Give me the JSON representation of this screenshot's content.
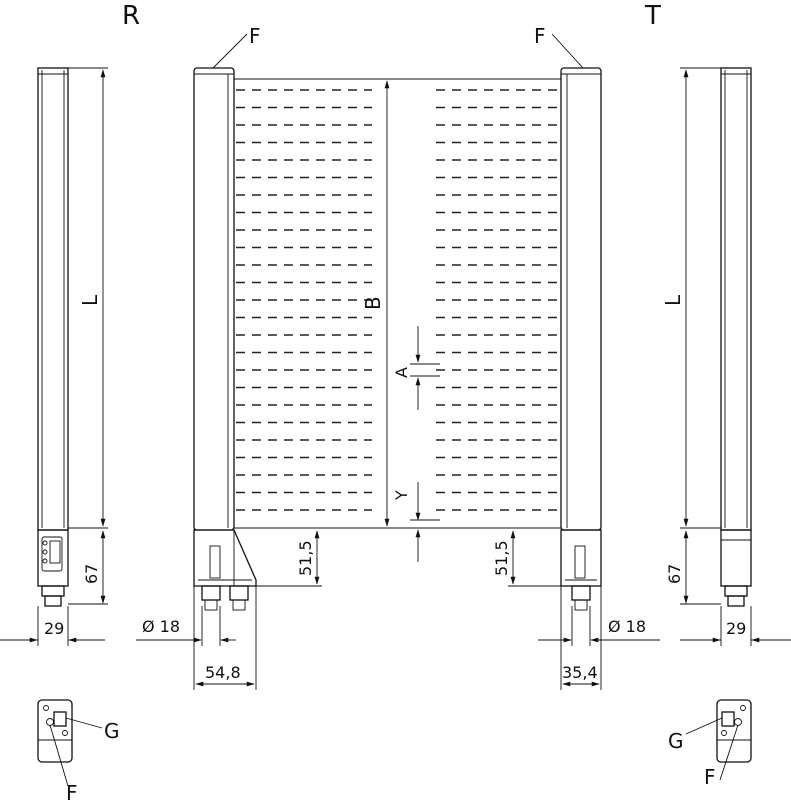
{
  "view_labels": {
    "receiver": "R",
    "transmitter": "T"
  },
  "callouts": {
    "front_cap": "F",
    "connector": "G"
  },
  "dimensions": {
    "length": "L",
    "protective_height": "B",
    "beam_pitch": "A",
    "offset": "Y",
    "base_height": "67",
    "bracket_height": "51,5",
    "width_side": "29",
    "diameter": "Ø 18",
    "base_width_receiver": "54,8",
    "base_width_transmitter": "35,4"
  }
}
